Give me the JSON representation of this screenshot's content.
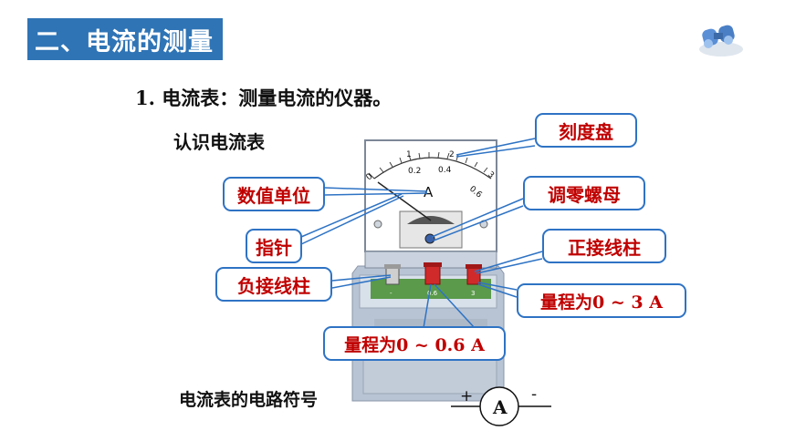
{
  "section": {
    "title": "二、电流的测量"
  },
  "heading": {
    "number": "1.",
    "text": "电流表：测量电流的仪器。"
  },
  "subheading": "认识电流表",
  "callouts": {
    "dial": "刻度盘",
    "unit": "数值单位",
    "zero": "调零螺母",
    "needle": "指针",
    "positive": "正接线柱",
    "negative": "负接线柱",
    "range3": "量程为0 ~ 3 A",
    "range06": "量程为0 ~ 0.6 A"
  },
  "meter": {
    "scale_top": [
      "0",
      "1",
      "2",
      "3"
    ],
    "scale_bottom": [
      "0.2",
      "0.4",
      "0.6"
    ],
    "unit_symbol": "A",
    "terminal_labels": [
      "-",
      "0.6",
      "3"
    ]
  },
  "symbol": {
    "label": "电流表的电路符号",
    "letter": "A",
    "plus": "+",
    "minus": "-"
  },
  "colors": {
    "title_bg": "#2f74b5",
    "callout_border": "#2e73c4",
    "callout_text": "#c00000"
  }
}
